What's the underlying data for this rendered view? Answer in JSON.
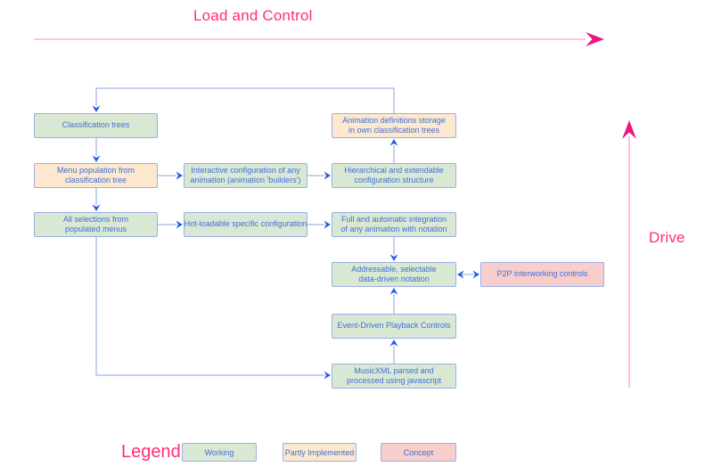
{
  "titles": {
    "load": "Load and Control",
    "drive": "Drive"
  },
  "nodes": [
    {
      "label": "Classification trees",
      "status": "working"
    },
    {
      "label": "Animation definitions storage\nin own classification trees",
      "status": "partly-implemented"
    },
    {
      "label": "Menu population from\nclassification tree",
      "status": "partly-implemented"
    },
    {
      "label": "Interactive configuration of any\nanimation (animation 'builders')",
      "status": "working"
    },
    {
      "label": "Hierarchical and extendable\nconfiguration structure",
      "status": "working"
    },
    {
      "label": "All selections from\npopulated menus",
      "status": "working"
    },
    {
      "label": "Hot-loadable specific configuration",
      "status": "working"
    },
    {
      "label": "Full and automatic integration\nof any animation with notation",
      "status": "working"
    },
    {
      "label": "Addressable, selectable\ndata-driven notation",
      "status": "working"
    },
    {
      "label": "P2P interworking controls",
      "status": "concept"
    },
    {
      "label": "Event-Driven Playback Controls",
      "status": "working"
    },
    {
      "label": "MusicXML parsed and\nprocessed using javascript",
      "status": "working"
    }
  ],
  "edges": [
    {
      "from": "animation-definitions-storage",
      "to": "classification-trees"
    },
    {
      "from": "classification-trees",
      "to": "menu-population"
    },
    {
      "from": "menu-population",
      "to": "all-selections"
    },
    {
      "from": "menu-population",
      "to": "interactive-configuration"
    },
    {
      "from": "interactive-configuration",
      "to": "hierarchical-configuration"
    },
    {
      "from": "hierarchical-configuration",
      "to": "animation-definitions-storage"
    },
    {
      "from": "all-selections",
      "to": "hot-loadable-configuration"
    },
    {
      "from": "hot-loadable-configuration",
      "to": "full-integration"
    },
    {
      "from": "full-integration",
      "to": "addressable-notation"
    },
    {
      "from": "addressable-notation",
      "to": "p2p-controls",
      "bidirectional": true
    },
    {
      "from": "event-driven-playback",
      "to": "addressable-notation"
    },
    {
      "from": "musicxml-parsed",
      "to": "event-driven-playback"
    },
    {
      "from": "all-selections",
      "to": "musicxml-parsed"
    }
  ],
  "legend": {
    "title": "Legend",
    "items": [
      {
        "label": "Working",
        "status": "working"
      },
      {
        "label": "Partly Implemented",
        "status": "partly-implemented"
      },
      {
        "label": "Concept",
        "status": "concept"
      }
    ]
  },
  "colors": {
    "accent_pink": "#ff2d78",
    "pink_line": "#f9b6c6",
    "magenta_arrow": "#f0157e",
    "working_fill": "#d9e8d3",
    "partly_fill": "#fce8cd",
    "concept_fill": "#f7cecc",
    "node_border": "#9badea",
    "node_text": "#3f6fdd",
    "connector_line": "#8aa2df",
    "connector_arrow": "#2060df"
  }
}
